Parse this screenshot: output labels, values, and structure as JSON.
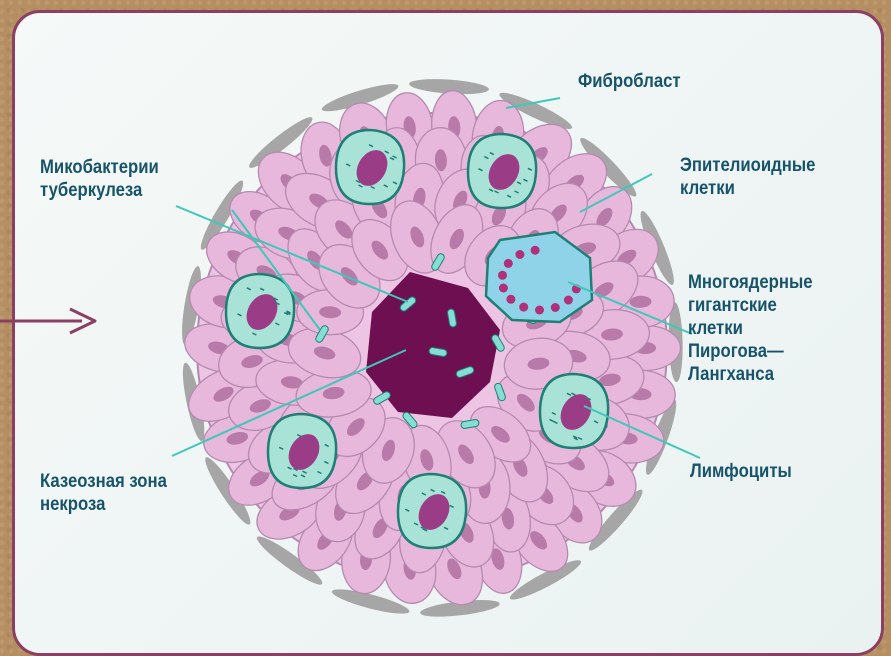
{
  "labels": {
    "fibroblast": [
      "Фибробласт"
    ],
    "mycobacteria": [
      "Микобактерии",
      "туберкулеза"
    ],
    "epithelioid": [
      "Эпителиоидные",
      "клетки"
    ],
    "giant_cells": [
      "Многоядерные",
      "гигантские",
      "клетки",
      "Пирогова—",
      "Лангханса"
    ],
    "lymphocytes": [
      "Лимфоциты"
    ],
    "caseous": [
      "Казеозная зона",
      "некроза"
    ]
  },
  "colors": {
    "frame": "#8c3f63",
    "label_text": "#17546a",
    "leader_line": "#3fc7b8",
    "epithelioid_fill": "#e7b8dc",
    "epithelioid_stroke": "#b58ab0",
    "epithelioid_nucleus": "#b77aa9",
    "necrosis": "#6e0f52",
    "lymphocyte_fill": "#a9e2d6",
    "lymphocyte_stroke": "#1f7f75",
    "lymphocyte_nucleus": "#9b3d86",
    "giant_cell_fill": "#8fd3e8",
    "giant_cell_nuclei": "#b0307a",
    "fibroblast": "#a6a6a6",
    "bacteria": "#86ddd3",
    "arrow": "#8c3f63"
  }
}
